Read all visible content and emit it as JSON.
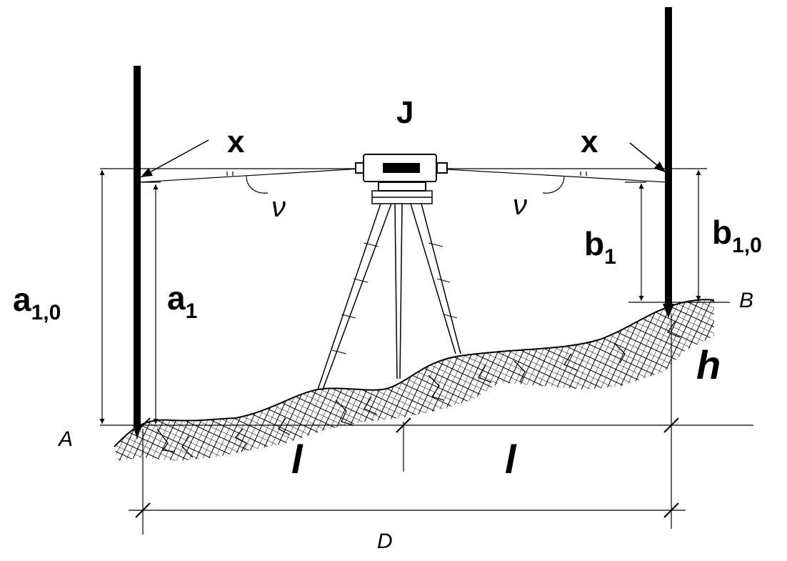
{
  "labels": {
    "instrument": "J",
    "x_left": "x",
    "x_right": "x",
    "nu_left": "ν",
    "nu_right": "ν",
    "a10_main": "a",
    "a10_sub": "1,0",
    "a1_main": "a",
    "a1_sub": "1",
    "b1_main": "b",
    "b1_sub": "1",
    "b10_main": "b",
    "b10_sub": "1,0",
    "point_a": "A",
    "point_b": "B",
    "height": "h",
    "half_left": "l",
    "half_right": "l",
    "distance": "D"
  }
}
